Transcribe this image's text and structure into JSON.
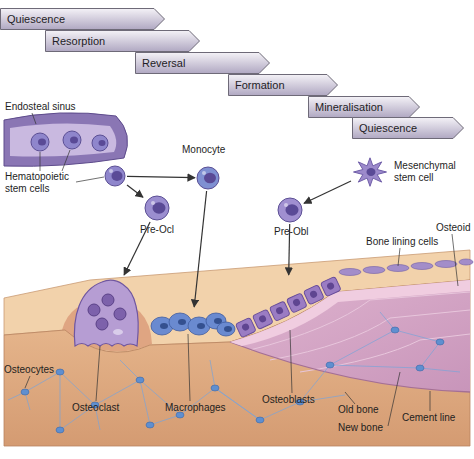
{
  "diagram": {
    "nodes": [
      {
        "text": [
          "Quiescence"
        ]
      },
      {
        "text": [
          "Resorption"
        ]
      },
      {
        "text": [
          "Reversal"
        ]
      },
      {
        "text": [
          "Formation"
        ]
      },
      {
        "text": [
          "Mineralisation"
        ]
      },
      {
        "text": [
          "Quiescence"
        ]
      },
      {
        "text": [
          "Hematopoietic stem cells"
        ]
      },
      {
        "text": [
          "Monocyte"
        ]
      },
      {
        "text": [
          "Pre-Ocl"
        ]
      },
      {
        "text": [
          "Mesenchymal stem cell"
        ]
      },
      {
        "text": [
          "Pre-Obl"
        ]
      },
      {
        "text": [
          "Osteoclast"
        ]
      },
      {
        "text": [
          "Macrophages"
        ]
      },
      {
        "text": [
          "Osteoblasts"
        ]
      }
    ],
    "edges": [
      {
        "from": 6,
        "to": 8,
        "arrow": "to"
      },
      {
        "from": 6,
        "to": 7,
        "arrow": "to"
      },
      {
        "from": 8,
        "to": 11,
        "arrow": "to"
      },
      {
        "from": 7,
        "to": 12,
        "arrow": "to"
      },
      {
        "from": 9,
        "to": 10,
        "arrow": "to"
      },
      {
        "from": 10,
        "to": 13,
        "arrow": "to"
      }
    ],
    "labels": [
      "Endosteal sinus",
      "Osteoid",
      "Bone lining cells",
      "Osteocytes",
      "Old bone",
      "New bone",
      "Cement line"
    ]
  }
}
